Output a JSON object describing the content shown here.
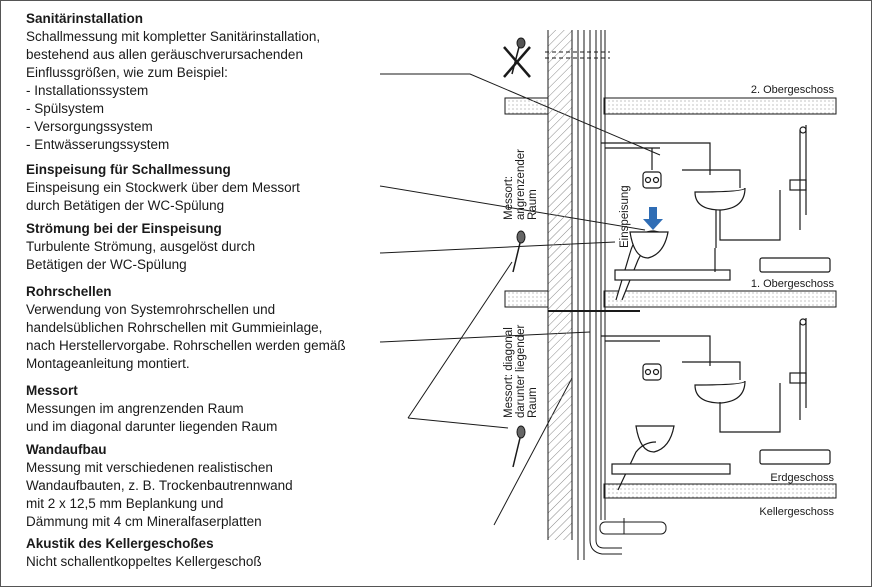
{
  "blocks": [
    {
      "heading": "Sanitärinstallation",
      "lines": [
        "Schallmessung mit kompletter Sanitärinstallation,",
        "bestehend aus allen geräuschverursachenden",
        "Einflussgrößen, wie zum Beispiel:",
        "- Installationssystem",
        "- Spülsystem",
        "- Versorgungssystem",
        "- Entwässerungssystem"
      ]
    },
    {
      "heading": "Einspeisung für Schallmessung",
      "lines": [
        "Einspeisung ein Stockwerk über dem Messort",
        "durch Betätigen der WC-Spülung"
      ]
    },
    {
      "heading": "Strömung bei der Einspeisung",
      "lines": [
        "Turbulente Strömung, ausgelöst durch",
        "Betätigen der WC-Spülung"
      ]
    },
    {
      "heading": "Rohrschellen",
      "lines": [
        "Verwendung von Systemrohrschellen und",
        "handelsüblichen Rohrschellen mit Gummieinlage,",
        "nach Herstellervorgabe. Rohrschellen werden gemäß",
        "Montageanleitung montiert."
      ]
    },
    {
      "heading": "Messort",
      "lines": [
        "Messungen im angrenzenden Raum",
        "und im diagonal darunter liegenden Raum"
      ]
    },
    {
      "heading": "Wandaufbau",
      "lines": [
        "Messung mit verschiedenen realistischen",
        "Wandaufbauten, z. B. Trockenbautrennwand",
        "mit 2 x 12,5 mm Beplankung und",
        "Dämmung mit 4 cm Mineralfaserplatten"
      ]
    },
    {
      "heading": "Akustik des Kellergeschoßes",
      "lines": [
        "Nicht schallentkoppeltes Kellergeschoß"
      ]
    }
  ],
  "floors": {
    "og2": "2. Obergeschoss",
    "og1": "1. Obergeschoss",
    "eg": "Erdgeschoss",
    "kg": "Kellergeschoss"
  },
  "room_labels": {
    "messort_upper": [
      "Messort:",
      "angrenzender",
      "Raum"
    ],
    "einspeisung": "Einspeisung",
    "messort_lower": [
      "Messort: diagonal",
      "darunter liegender",
      "Raum"
    ]
  },
  "icons": {
    "microphone_crossed": "microphone-crossed-icon",
    "microphone": "microphone-icon",
    "arrow": "flow-arrow-icon"
  },
  "colors": {
    "arrow": "#2f6db5",
    "line": "#1a1a1a",
    "hatch": "#777777"
  }
}
